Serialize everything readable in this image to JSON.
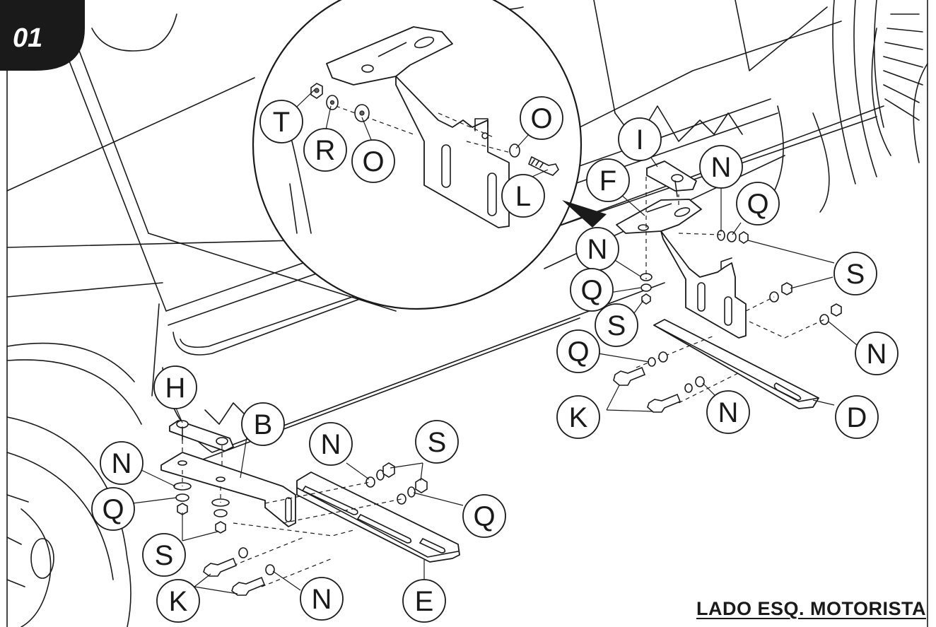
{
  "step_number": "01",
  "side_label": "LADO ESQ. MOTORISTA",
  "callouts": {
    "T": "T",
    "R": "R",
    "O1": "O",
    "O2": "O",
    "L": "L",
    "I": "I",
    "F": "F",
    "N1": "N",
    "Q1": "Q",
    "N2": "N",
    "Q2": "Q",
    "S1": "S",
    "S2": "S",
    "Q3": "Q",
    "N3": "N",
    "K1": "K",
    "N4": "N",
    "D": "D",
    "H": "H",
    "B": "B",
    "N5": "N",
    "S3": "S",
    "N6": "N",
    "Q4": "Q",
    "S4": "S",
    "Q5": "Q",
    "K2": "K",
    "N7": "N",
    "E": "E"
  }
}
